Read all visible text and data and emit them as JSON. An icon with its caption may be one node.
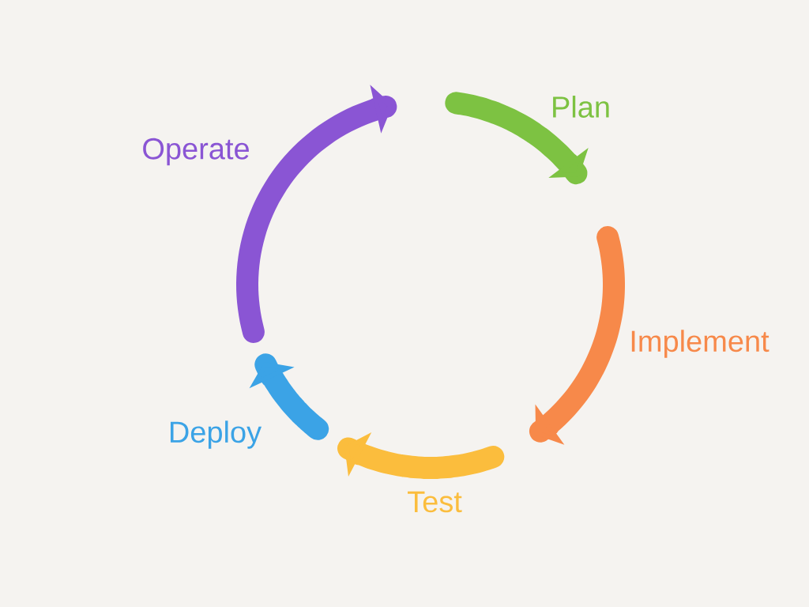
{
  "diagram": {
    "labels": [
      "Plan",
      "Operate",
      "Implement",
      "Deploy",
      "Test"
    ]
  }
}
